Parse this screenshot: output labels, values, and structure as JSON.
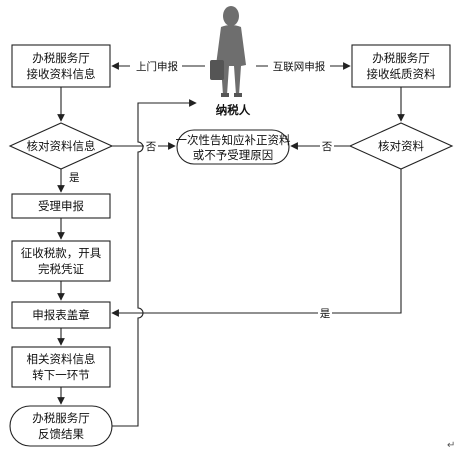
{
  "diagram": {
    "center": {
      "person_label": "纳税人"
    },
    "left_intake": {
      "line1": "办税服务厅",
      "line2": "接收资料信息"
    },
    "right_intake": {
      "line1": "办税服务厅",
      "line2": "接收纸质资料"
    },
    "edges": {
      "onsite": "上门申报",
      "internet": "互联网申报",
      "no_left": "否",
      "no_right": "否",
      "yes_down": "是",
      "yes_right": "是"
    },
    "left_check": {
      "label": "核对资料信息"
    },
    "right_check": {
      "label": "核对资料"
    },
    "notice": {
      "line1": "一次性告知应补正资料",
      "line2": "或不予受理原因"
    },
    "steps": {
      "accept": "受理申报",
      "collect_line1": "征收税款，开具",
      "collect_line2": "完税凭证",
      "stamp": "申报表盖章",
      "transfer_line1": "相关资料信息",
      "transfer_line2": "转下一环节"
    },
    "feedback": {
      "line1": "办税服务厅",
      "line2": "反馈结果"
    },
    "corner_mark": "↵"
  }
}
